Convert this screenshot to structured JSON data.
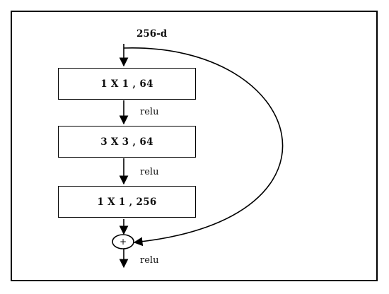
{
  "diagram": {
    "input_label": "256-d",
    "layers": [
      {
        "label": "1 X 1 , 64"
      },
      {
        "label": "3 X 3 , 64"
      },
      {
        "label": "1 X 1 , 256"
      }
    ],
    "activations": [
      "relu",
      "relu",
      "relu"
    ],
    "sum_symbol": "+"
  }
}
